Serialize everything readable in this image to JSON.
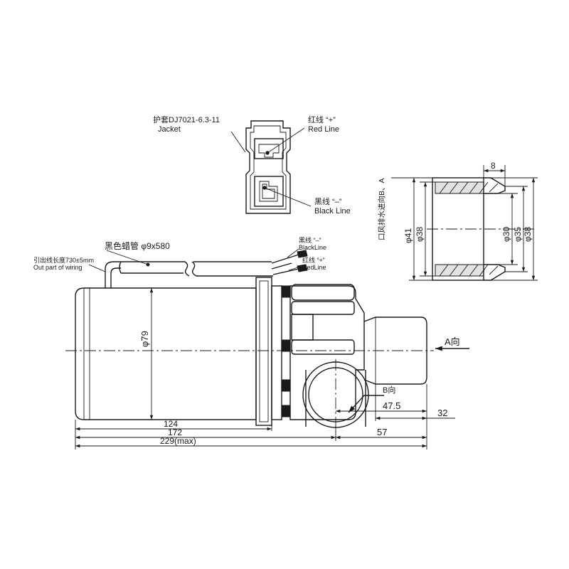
{
  "connector": {
    "jacket_cn": "护套DJ7021-6.3-11",
    "jacket_en": "Jacket",
    "red_cn": "红线 “+”",
    "red_en": "Red Line",
    "black_cn": "黑线 “–”",
    "black_en": "Black Line"
  },
  "section": {
    "side_label": "口风排水进向B、A",
    "dim_8": "8",
    "dim_41": "φ41",
    "dim_38_left": "φ38",
    "dim_30": "φ30",
    "dim_35": "φ35",
    "dim_38_right": "φ38"
  },
  "pump": {
    "tube_label": "黑色蜡管 φ9x580",
    "wire_len_cn": "引出线长度730±5mm",
    "wire_len_en": "Out part of wiring",
    "black_line_cn": "黑线 “–”",
    "black_line_en": "BlackLine",
    "red_line_cn": "红线 “+”",
    "red_line_en": "RedLine",
    "dia_79": "φ79",
    "dir_a": "A向",
    "dir_b": "B向",
    "dim_47_5": "47.5",
    "dim_32": "32",
    "dim_124": "124",
    "dim_172": "172",
    "dim_57": "57",
    "dim_229": "229(max)"
  }
}
